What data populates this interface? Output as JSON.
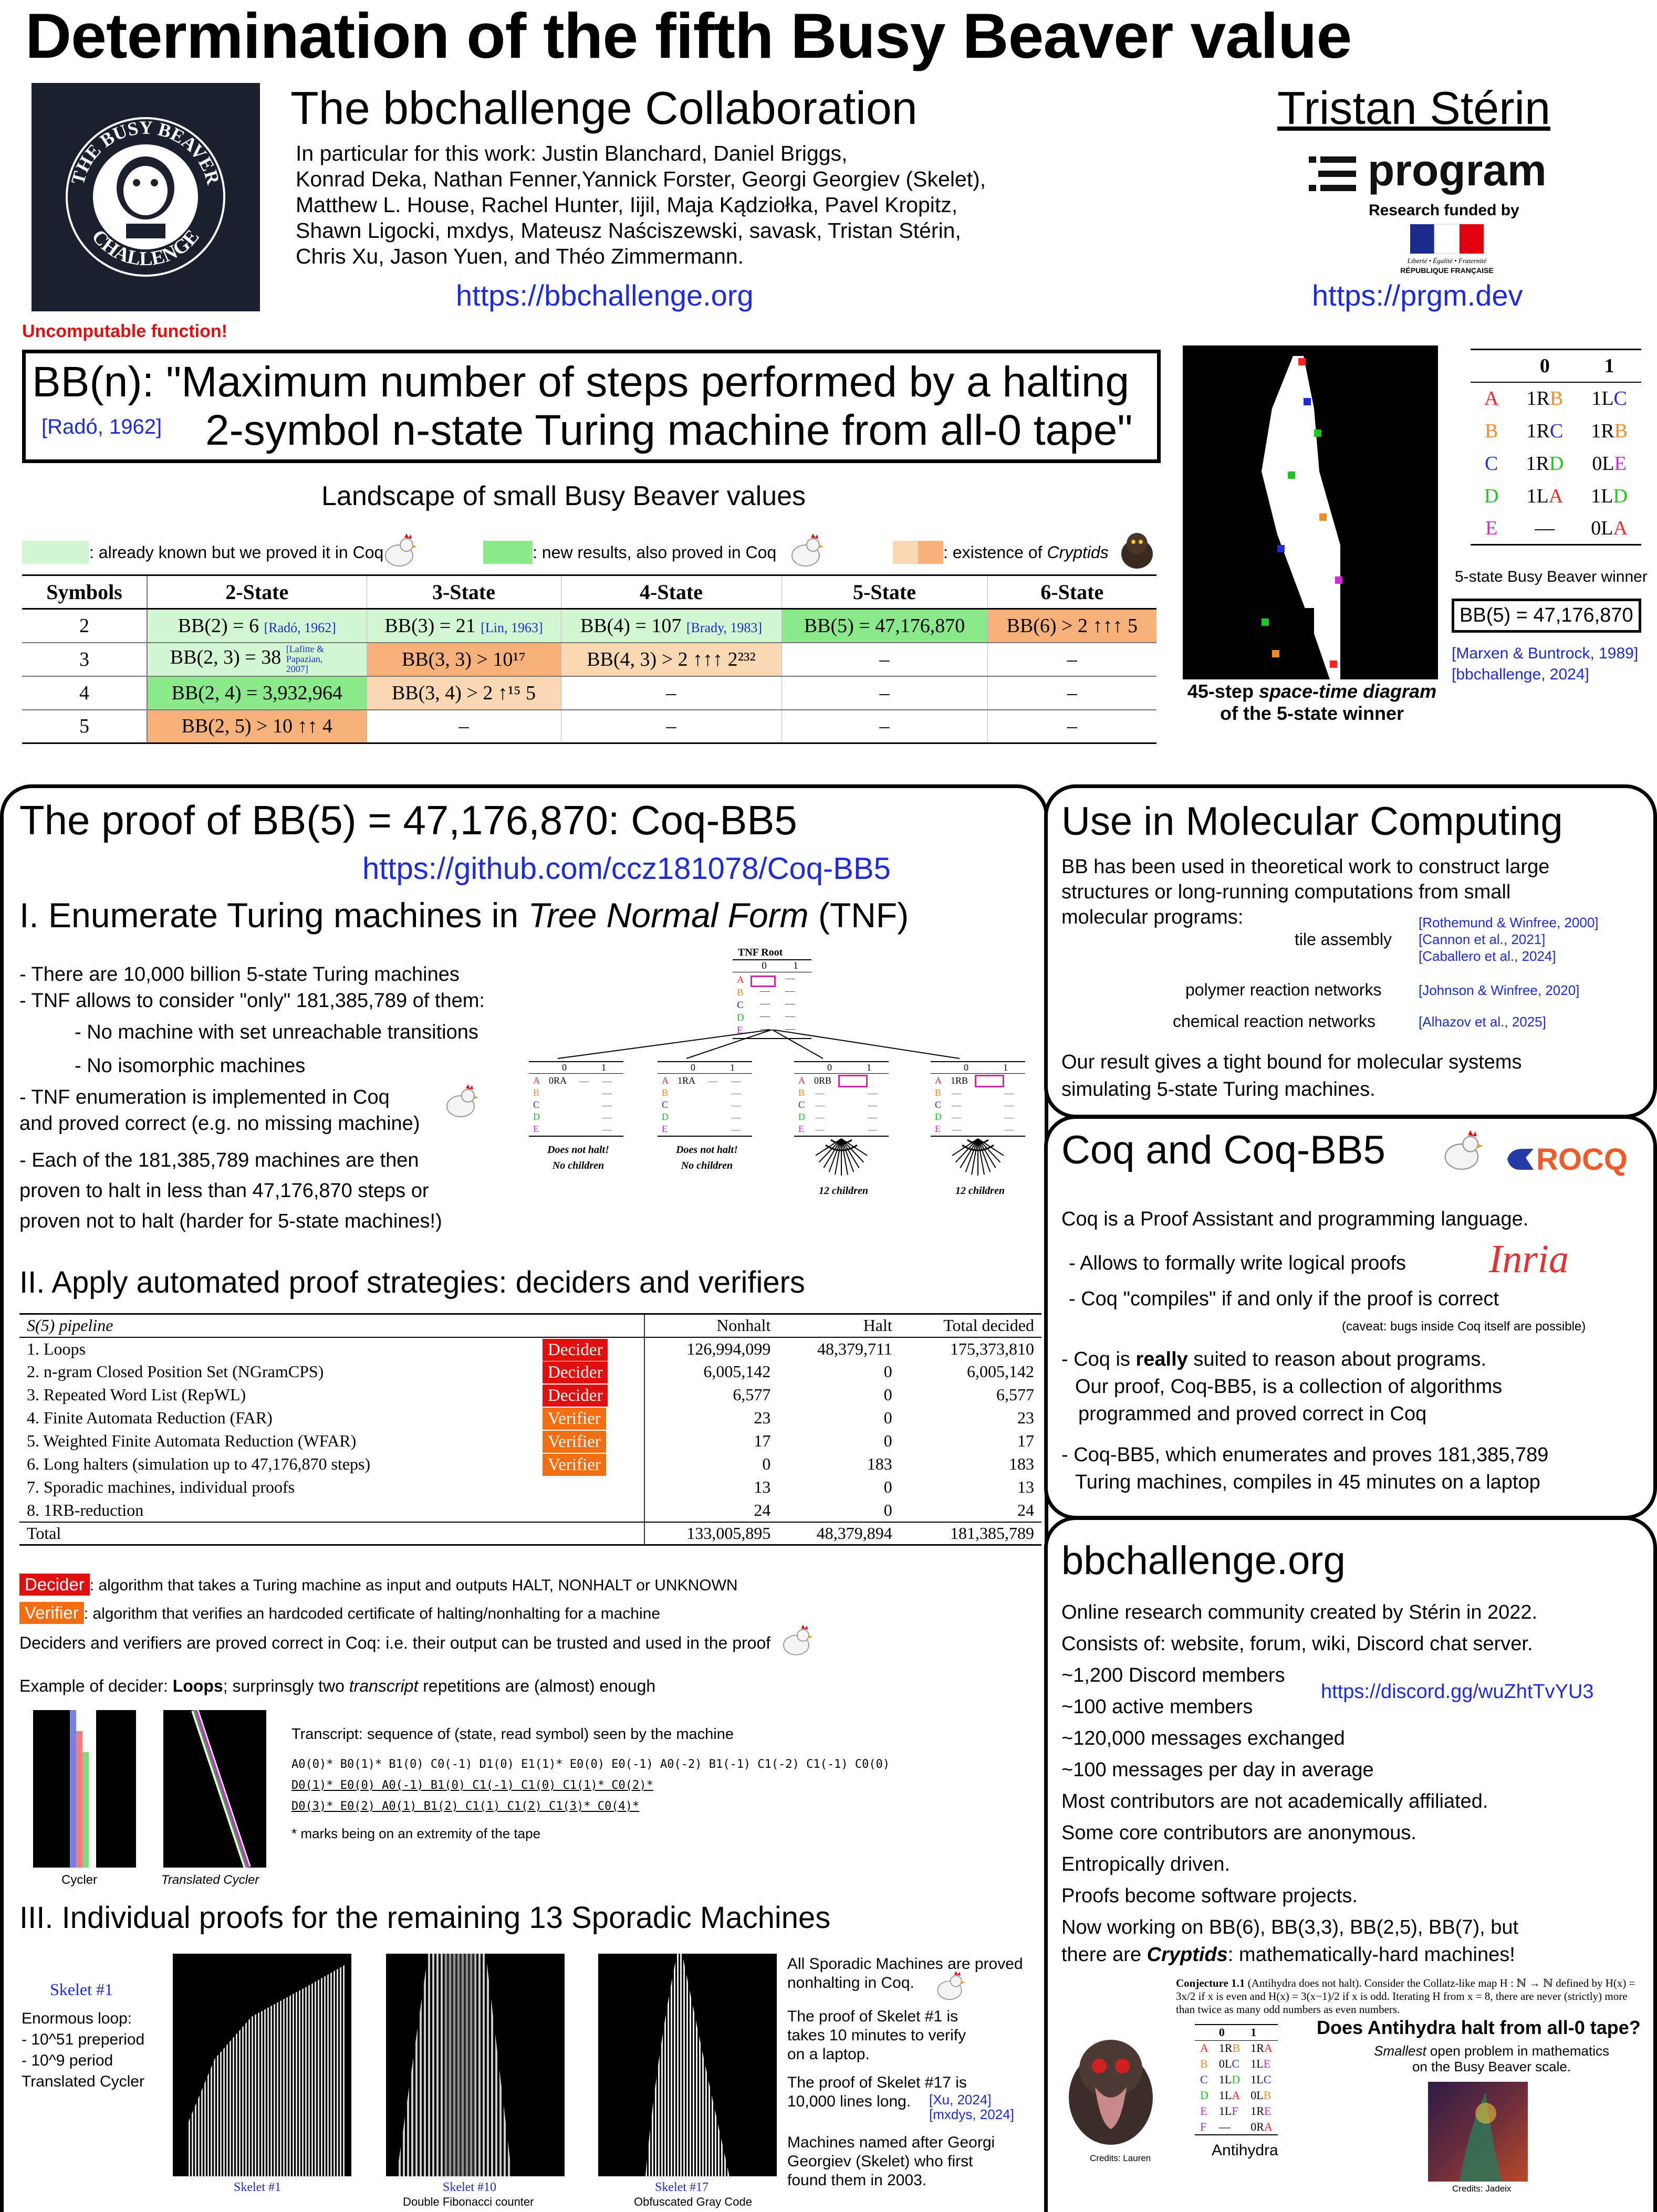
{
  "header": {
    "title": "Determination of the fifth Busy Beaver value",
    "collab": "The bbchallenge Collaboration",
    "contributors": [
      "In particular for this work: Justin Blanchard, Daniel Briggs,",
      "Konrad Deka, Nathan Fenner,Yannick Forster, Georgi Georgiev (Skelet),",
      "Matthew L. House, Rachel Hunter, Iijil, Maja Kądziołka, Pavel Kropitz,",
      "Shawn Ligocki, mxdys, Mateusz Naściszewski, savask, Tristan Stérin,",
      "Chris Xu, Jason Yuen, and Théo Zimmermann."
    ],
    "collab_url": "https://bbchallenge.org",
    "author": "Tristan Stérin",
    "program_logo": "program",
    "funded": "Research funded by",
    "rf_text": [
      "Liberté • Égalité • Fraternité",
      "RÉPUBLIQUE FRANÇAISE"
    ],
    "prgm_url": "https://prgm.dev",
    "uncomputable": "Uncomputable function!",
    "logo_text": "THE BUSY BEAVER CHALLENGE",
    "colors": {
      "blue": "#1d2bd8",
      "red": "#e01010",
      "orange": "#f36d12"
    }
  },
  "definition": {
    "line1": "BB(n): \"Maximum number of steps performed by a halting",
    "cite": "[Radó, 1962]",
    "line2": "2-symbol n-state Turing machine from all-0 tape\""
  },
  "landscape": {
    "title": "Landscape of small Busy Beaver values",
    "legend": [
      ": already known but we proved it in Coq",
      ": new results, also proved in Coq",
      ": existence of "
    ],
    "legend_cryptids": "Cryptids",
    "headers": [
      "Symbols",
      "2-State",
      "3-State",
      "4-State",
      "5-State",
      "6-State"
    ],
    "rows": [
      {
        "sym": "2",
        "cells": [
          {
            "t": "BB(2) = 6",
            "c": "[Radó, 1962]"
          },
          {
            "t": "BB(3) = 21",
            "c": "[Lin, 1963]"
          },
          {
            "t": "BB(4) = 107",
            "c": "[Brady, 1983]"
          },
          {
            "t": "BB(5) = 47,176,870",
            "c": ""
          },
          {
            "t": "BB(6) > 2 ↑↑↑ 5",
            "c": ""
          }
        ]
      },
      {
        "sym": "3",
        "cells": [
          {
            "t": "BB(2, 3) = 38",
            "c": "[Lafitte & Papazian, 2007]"
          },
          {
            "t": "BB(3, 3) > 10¹⁷",
            "c": ""
          },
          {
            "t": "BB(4, 3) > 2 ↑↑↑ 2²³²",
            "c": ""
          },
          {
            "t": "–",
            "c": ""
          },
          {
            "t": "–",
            "c": ""
          }
        ]
      },
      {
        "sym": "4",
        "cells": [
          {
            "t": "BB(2, 4) = 3,932,964",
            "c": ""
          },
          {
            "t": "BB(3, 4) > 2 ↑¹⁵ 5",
            "c": ""
          },
          {
            "t": "–",
            "c": ""
          },
          {
            "t": "–",
            "c": ""
          },
          {
            "t": "–",
            "c": ""
          }
        ]
      },
      {
        "sym": "5",
        "cells": [
          {
            "t": "BB(2, 5) > 10 ↑↑ 4",
            "c": ""
          },
          {
            "t": "–",
            "c": ""
          },
          {
            "t": "–",
            "c": ""
          },
          {
            "t": "–",
            "c": ""
          },
          {
            "t": "–",
            "c": ""
          }
        ]
      }
    ]
  },
  "winner": {
    "caption1a": "45-step ",
    "caption1b": "space-time diagram",
    "caption2": "of the 5-state winner",
    "table_head": [
      "",
      "0",
      "1"
    ],
    "rows": [
      [
        "A",
        "1RB",
        "1LC"
      ],
      [
        "B",
        "1RC",
        "1RB"
      ],
      [
        "C",
        "1RD",
        "0LE"
      ],
      [
        "D",
        "1LA",
        "1LD"
      ],
      [
        "E",
        "—",
        "0LA"
      ]
    ],
    "label": "5-state Busy Beaver winner",
    "result": "BB(5) = 47,176,870",
    "cites": [
      "[Marxen & Buntrock, 1989]",
      "[bbchallenge, 2024]"
    ]
  },
  "proof": {
    "title": "The proof of BB(5) = 47,176,870:  Coq-BB5",
    "url": "https://github.com/ccz181078/Coq-BB5",
    "s1_a": "I. Enumerate Turing machines in ",
    "s1_b": "Tree Normal Form",
    "s1_c": " (TNF)",
    "s1_items": [
      "- There are 10,000 billion 5-state Turing machines",
      "- TNF allows to consider \"only\" 181,385,789 of them:",
      "- No machine with set unreachable transitions",
      "- No isomorphic machines",
      "- TNF enumeration is implemented in Coq",
      "and proved correct (e.g. no missing machine)",
      "- Each of the 181,385,789 machines are then",
      "proven to halt in less than 47,176,870 steps or",
      "proven not to halt (harder for 5-state machines!)"
    ],
    "tnf": {
      "root": "TNF Root",
      "head": [
        "0",
        "1"
      ],
      "states": [
        "A",
        "B",
        "C",
        "D",
        "E"
      ],
      "children": [
        {
          "a0": "0RA",
          "cap1": "Does not halt!",
          "cap2": "No children"
        },
        {
          "a0": "1RA",
          "cap1": "Does not halt!",
          "cap2": "No children"
        },
        {
          "a0": "0RB",
          "cap1": "",
          "cap2": "12 children"
        },
        {
          "a0": "1RB",
          "cap1": "",
          "cap2": "12 children"
        }
      ]
    },
    "s2": "II. Apply automated proof strategies: deciders and verifiers",
    "pipeline": {
      "head": [
        "S(5) pipeline",
        "Nonhalt",
        "Halt",
        "Total decided"
      ],
      "rows": [
        {
          "n": "1. Loops",
          "tag": "Decider",
          "a": "126,994,099",
          "b": "48,379,711",
          "c": "175,373,810"
        },
        {
          "n": "2. n-gram Closed Position Set (NGramCPS)",
          "tag": "Decider",
          "a": "6,005,142",
          "b": "0",
          "c": "6,005,142"
        },
        {
          "n": "3. Repeated Word List (RepWL)",
          "tag": "Decider",
          "a": "6,577",
          "b": "0",
          "c": "6,577"
        },
        {
          "n": "4. Finite Automata Reduction (FAR)",
          "tag": "Verifier",
          "a": "23",
          "b": "0",
          "c": "23"
        },
        {
          "n": "5. Weighted Finite Automata Reduction (WFAR)",
          "tag": "Verifier",
          "a": "17",
          "b": "0",
          "c": "17"
        },
        {
          "n": "6. Long halters (simulation up to 47,176,870 steps)",
          "tag": "Verifier",
          "a": "0",
          "b": "183",
          "c": "183"
        },
        {
          "n": "7. Sporadic machines, individual proofs",
          "tag": "",
          "a": "13",
          "b": "0",
          "c": "13"
        },
        {
          "n": "8. 1RB-reduction",
          "tag": "",
          "a": "24",
          "b": "0",
          "c": "24"
        }
      ],
      "total": {
        "n": "Total",
        "a": "133,005,895",
        "b": "48,379,894",
        "c": "181,385,789"
      }
    },
    "decider_desc": ": algorithm that takes a Turing machine as input and outputs HALT, NONHALT or UNKNOWN",
    "verifier_desc": ": algorithm that verifies an hardcoded certificate of halting/nonhalting for a machine",
    "decider_label": "Decider",
    "verifier_label": "Verifier",
    "correct": "Deciders and verifiers are proved correct in Coq: i.e. their output can be trusted and used in the proof",
    "example_a": "Example of decider: ",
    "example_b": "Loops",
    "example_c": "; surprinsgly two ",
    "example_d": "transcript",
    "example_e": " repetitions are (almost) enough",
    "transcript_title": "Transcript: sequence of (state, read symbol) seen by the machine",
    "transcript": [
      "A0(0)* B0(1)* B1(0) C0(-1) D1(0) E1(1)* E0(0) E0(-1) A0(-2) B1(-1) C1(-2) C1(-1) C0(0)",
      "D0(1)* E0(0) A0(-1) B1(0) C1(-1) C1(0) C1(1)* C0(2)*",
      "D0(3)* E0(2) A0(1) B1(2) C1(1) C1(2) C1(3)* C0(4)*"
    ],
    "transcript_note": "* marks being on an extremity of the tape",
    "cycler": "Cycler",
    "tcycler": "Translated Cycler",
    "s3": "III. Individual proofs for the remaining 13 Sporadic Machines",
    "skelet1": {
      "title": "Skelet #1",
      "desc": [
        "Enormous loop:",
        " - 10^51 preperiod",
        " - 10^9 period",
        "Translated Cycler"
      ]
    },
    "images": [
      {
        "label": "Skelet #1",
        "sub": ""
      },
      {
        "label": "Skelet #10",
        "sub": "Double Fibonacci counter"
      },
      {
        "label": "Skelet #17",
        "sub": "Obfuscated Gray Code"
      }
    ],
    "sporadic": [
      "All Sporadic Machines are proved",
      "nonhalting in Coq.",
      "The proof of Skelet #1 is",
      "takes 10 minutes to verify",
      "on a laptop.",
      "The proof of Skelet #17 is",
      "10,000 lines long.",
      "Machines named after Georgi",
      "Georgiev (Skelet) who first",
      "found them in 2003."
    ],
    "sporadic_cites": [
      "[Xu, 2024]",
      "[mxdys, 2024]"
    ]
  },
  "molecular": {
    "title": "Use in Molecular Computing",
    "lines": [
      "BB has been used in theoretical work to construct large",
      "structures or long-running computations from small",
      "molecular programs:"
    ],
    "tile": "tile assembly",
    "tile_cites": [
      "[Rothemund & Winfree, 2000]",
      "[Cannon et al., 2021]",
      "[Caballero et al., 2024]"
    ],
    "polymer": "polymer reaction networks",
    "polymer_cite": "[Johnson & Winfree, 2020]",
    "chemical": "chemical reaction networks",
    "chemical_cite": "[Alhazov et al., 2025]",
    "result": [
      "Our result gives a tight bound for molecular systems",
      "simulating 5-state Turing machines."
    ]
  },
  "coq": {
    "title": "Coq and Coq-BB5",
    "rocq": "ROCQ",
    "inria": "Inria",
    "lines": [
      "Coq is a Proof Assistant and programming language.",
      "- Allows to formally write logical proofs",
      "- Coq \"compiles\" if and only if the proof is correct"
    ],
    "caveat": "(caveat: bugs inside Coq itself are possible)",
    "really_a": "- Coq is ",
    "really_b": "really",
    "really_c": " suited to reason about programs.",
    "more": [
      "Our proof, Coq-BB5, is a collection of algorithms",
      "programmed and proved correct in Coq",
      "- Coq-BB5, which enumerates and proves 181,385,789",
      "Turing machines, compiles in 45 minutes on a laptop"
    ]
  },
  "community": {
    "title": "bbchallenge.org",
    "lines": [
      "Online research community created by Stérin in 2022.",
      "Consists of: website, forum, wiki, Discord chat server.",
      "~1,200 Discord members",
      "~100 active members",
      "~120,000 messages exchanged",
      "~100 messages per day in average",
      "Most contributors are not academically affiliated.",
      "Some core contributors are anonymous.",
      "Entropically driven.",
      "Proofs become software projects.",
      "Now working on BB(6), BB(3,3), BB(2,5), BB(7), but"
    ],
    "discord": "https://discord.gg/wuZhtTvYU3",
    "cryptid_a": "there are ",
    "cryptid_b": "Cryptids",
    "cryptid_c": ": mathematically-hard machines!",
    "conj_a": "Conjecture 1.1",
    "conj_text": " (Antihydra does not halt). Consider the Collatz-like map H : ℕ → ℕ defined by H(x) = 3x/2 if x is even and H(x) = 3(x−1)/2 if x is odd. Iterating H from x = 8, there are never (strictly) more than twice as many odd numbers as even numbers.",
    "question": "Does Antihydra halt from all-0 tape?",
    "small_a": "Smallest",
    "small_b": " open problem in mathematics",
    "small_c": "on the Busy Beaver scale.",
    "antihydra": "Antihydra",
    "credit1": "Credits: Lauren",
    "credit2": "Credits: Jadeix",
    "ah_head": [
      "",
      "0",
      "1"
    ],
    "ah_rows": [
      [
        "A",
        "1RB",
        "1RA"
      ],
      [
        "B",
        "0LC",
        "1LE"
      ],
      [
        "C",
        "1LD",
        "1LC"
      ],
      [
        "D",
        "1LA",
        "0LB"
      ],
      [
        "E",
        "1LF",
        "1RE"
      ],
      [
        "F",
        "—",
        "0RA"
      ]
    ]
  }
}
